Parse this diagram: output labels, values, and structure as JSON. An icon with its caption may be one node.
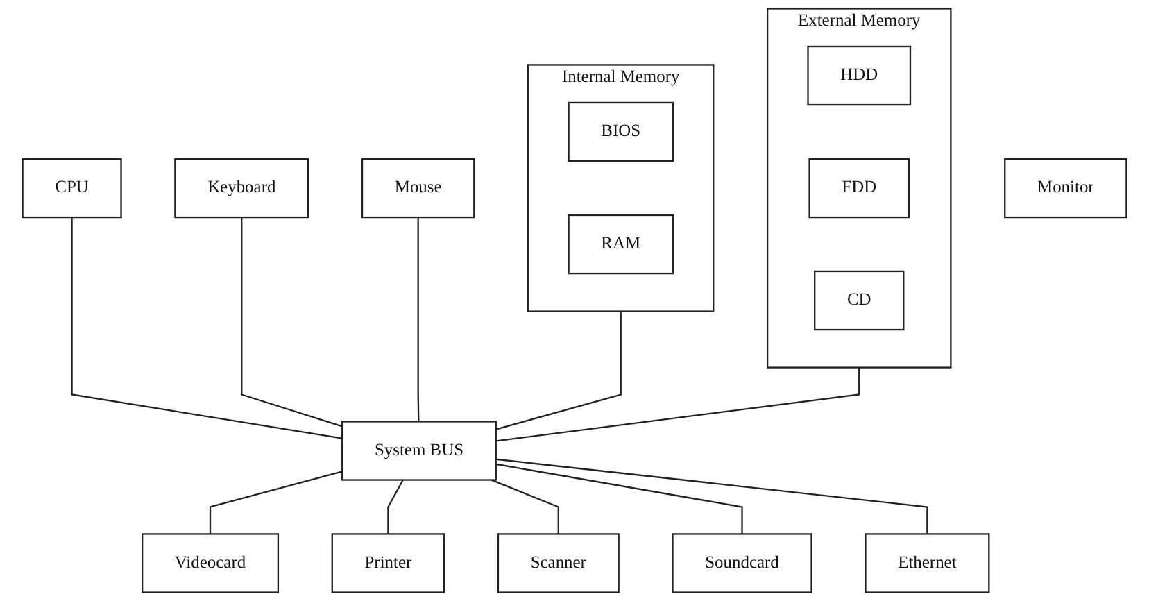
{
  "diagram": {
    "nodes": [
      {
        "text": [
          "CPU"
        ]
      },
      {
        "text": [
          "Internal Memory"
        ]
      },
      {
        "text": [
          "BIOS"
        ],
        "in": 1
      },
      {
        "text": [
          "RAM"
        ],
        "in": 1
      },
      {
        "text": [
          "External Memory"
        ]
      },
      {
        "text": [
          "HDD"
        ],
        "in": 4
      },
      {
        "text": [
          "FDD"
        ],
        "in": 4
      },
      {
        "text": [
          "CD"
        ],
        "in": 4
      },
      {
        "text": [
          "Keyboard"
        ]
      },
      {
        "text": [
          "System BUS"
        ]
      },
      {
        "text": [
          "Mouse"
        ]
      },
      {
        "text": [
          "Videocard"
        ]
      },
      {
        "text": [
          "Monitor"
        ]
      },
      {
        "text": [
          "Printer"
        ]
      },
      {
        "text": [
          "Scanner"
        ]
      },
      {
        "text": [
          "Soundcard"
        ]
      },
      {
        "text": [
          "Ethernet"
        ]
      }
    ],
    "edges": [
      {
        "from": 0,
        "to": 9,
        "arrow": "none"
      },
      {
        "from": 1,
        "to": 9,
        "arrow": "none"
      },
      {
        "from": 4,
        "to": 9,
        "arrow": "none"
      },
      {
        "from": 8,
        "to": 9,
        "arrow": "none"
      },
      {
        "from": 10,
        "to": 9,
        "arrow": "none"
      },
      {
        "from": 9,
        "to": 11,
        "arrow": "none"
      },
      {
        "from": 9,
        "to": 13,
        "arrow": "none"
      },
      {
        "from": 9,
        "to": 14,
        "arrow": "none"
      },
      {
        "from": 9,
        "to": 15,
        "arrow": "none"
      },
      {
        "from": 9,
        "to": 16,
        "arrow": "none"
      }
    ]
  }
}
